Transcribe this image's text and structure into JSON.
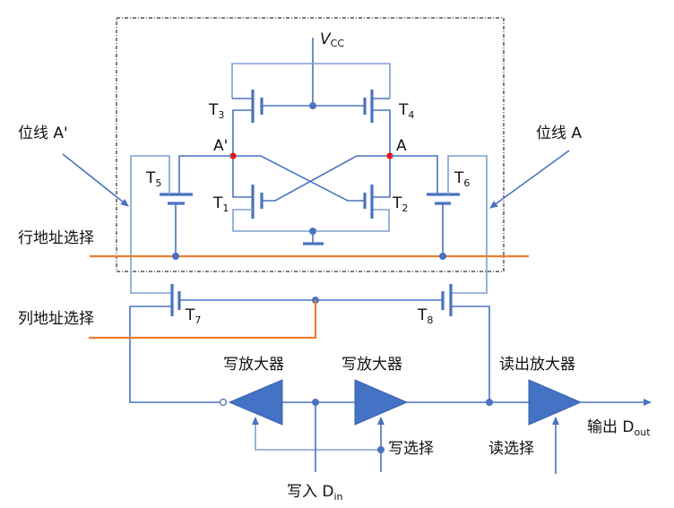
{
  "colors": {
    "wire": "#4a72c0",
    "amplifier": "#4472c4",
    "address_line": "#ed7d31",
    "node": "#ff0000",
    "border": "#000000"
  },
  "labels": {
    "vcc": {
      "main": "V",
      "sub": "CC"
    },
    "t1": {
      "main": "T",
      "sub": "1"
    },
    "t2": {
      "main": "T",
      "sub": "2"
    },
    "t3": {
      "main": "T",
      "sub": "3"
    },
    "t4": {
      "main": "T",
      "sub": "4"
    },
    "t5": {
      "main": "T",
      "sub": "5"
    },
    "t6": {
      "main": "T",
      "sub": "6"
    },
    "t7": {
      "main": "T",
      "sub": "7"
    },
    "t8": {
      "main": "T",
      "sub": "8"
    },
    "node_a_prime": "A'",
    "node_a": "A",
    "bitline_a_prime": "位线 A'",
    "bitline_a": "位线 A",
    "row_select": "行地址选择",
    "col_select": "列地址选择",
    "write_amp_1": "写放大器",
    "write_amp_2": "写放大器",
    "read_amp": "读出放大器",
    "write_select": "写选择",
    "read_select": "读选择",
    "din": {
      "main": "写入 D",
      "sub": "in"
    },
    "dout": {
      "main": "输出 D",
      "sub": "out"
    }
  }
}
